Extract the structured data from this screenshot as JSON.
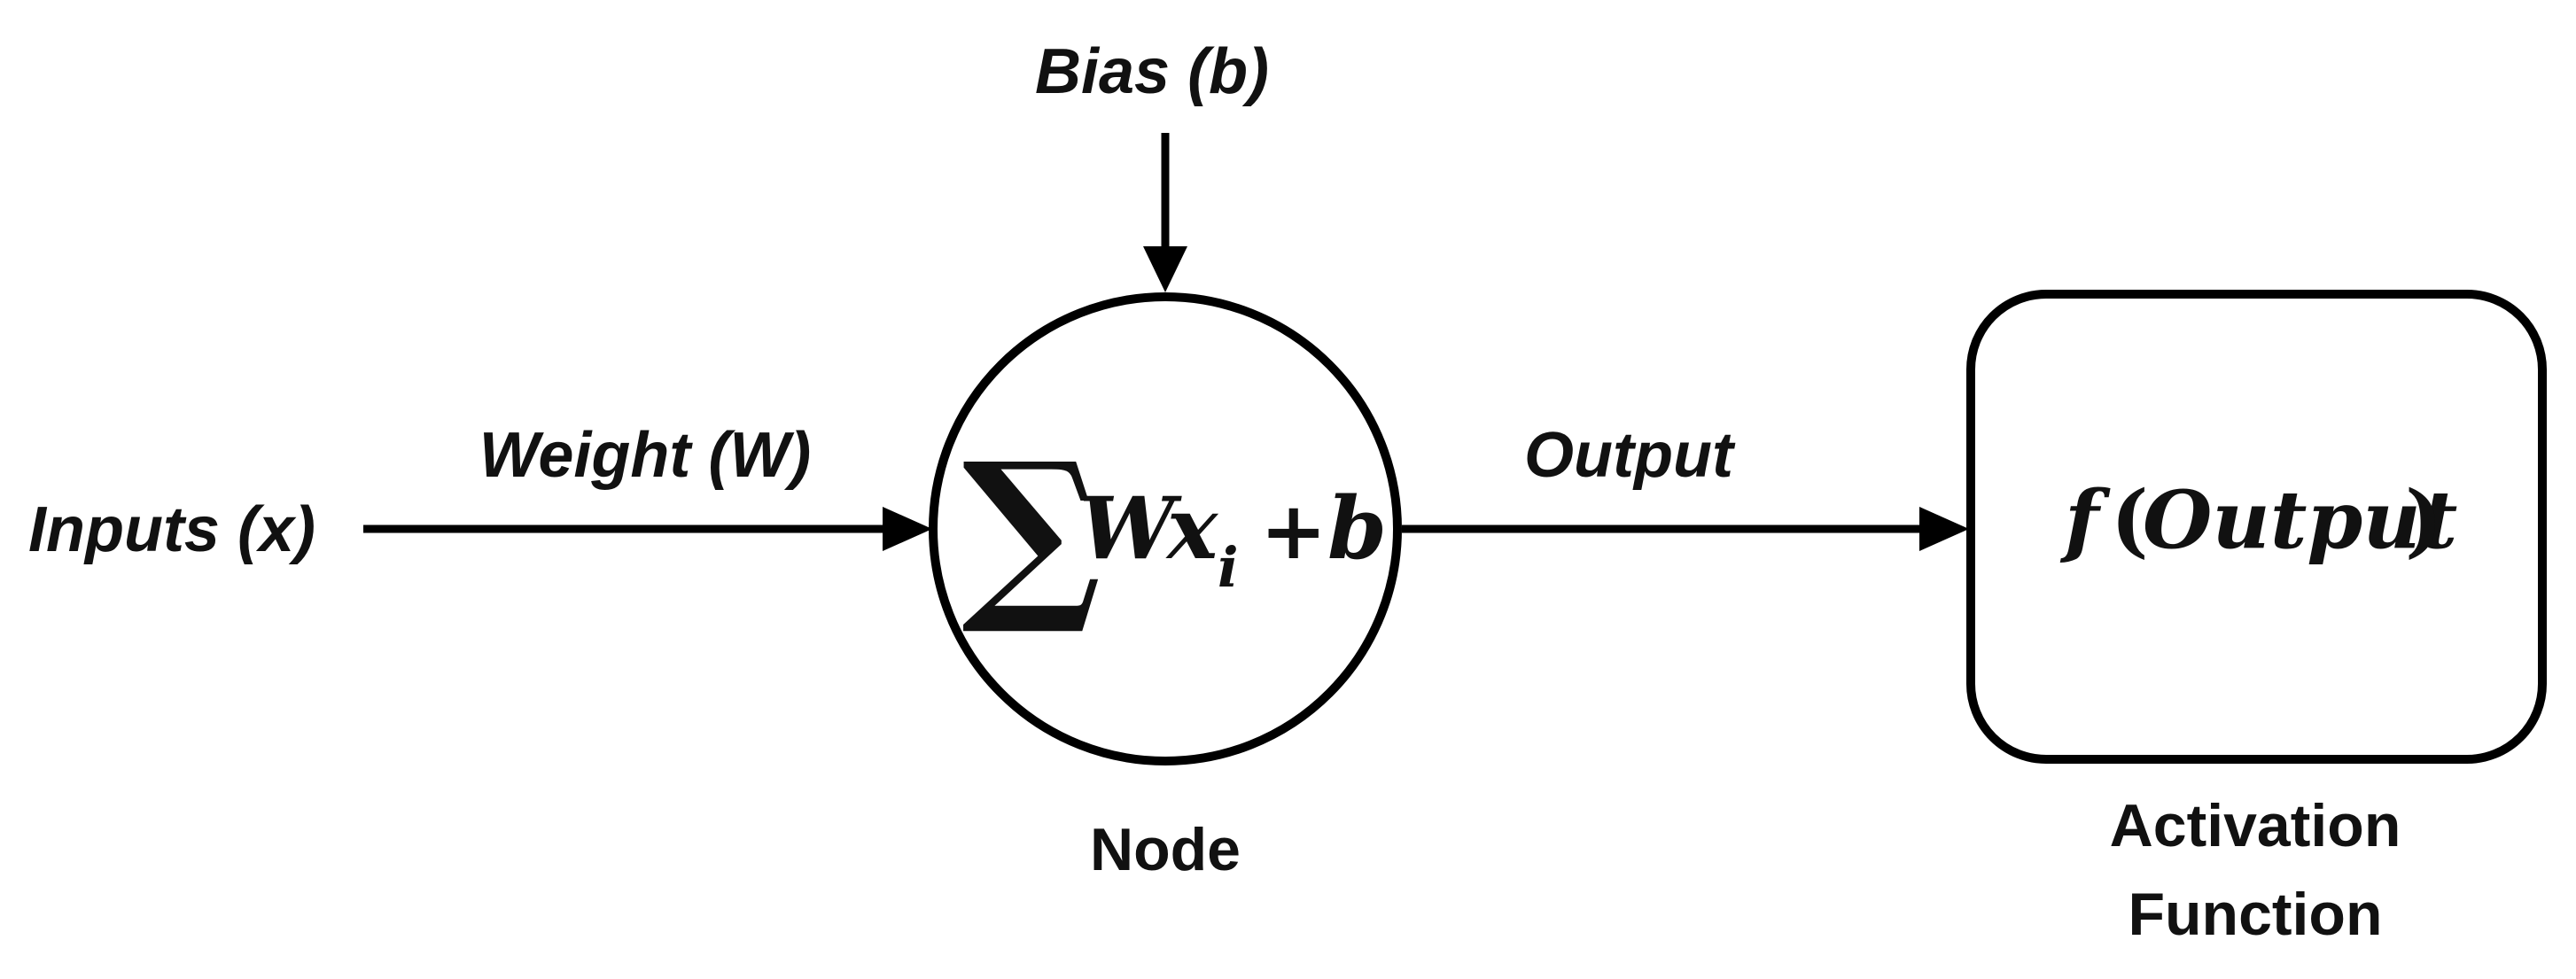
{
  "labels": {
    "bias": "Bias (b)",
    "weight": "Weight (W)",
    "inputs": "Inputs (x)",
    "output": "Output",
    "node": "Node",
    "activation_line1": "Activation",
    "activation_line2": "Function"
  },
  "node_formula": {
    "sigma": "∑",
    "w": "W",
    "x": "x",
    "sub_i": "i",
    "plus": "+",
    "b": "b"
  },
  "activation_formula": {
    "f": "f",
    "open_paren": "(",
    "arg": "Output",
    "close_paren": ")"
  },
  "colors": {
    "stroke": "#000000",
    "text": "#111111",
    "background": "#ffffff"
  }
}
